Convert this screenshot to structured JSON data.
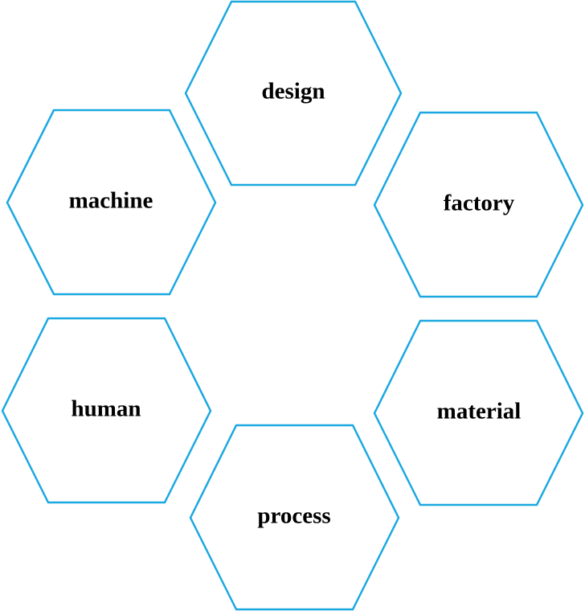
{
  "diagram": {
    "stroke_color": "#1ba8e0",
    "text_color": "#000000",
    "nodes": [
      {
        "id": "design",
        "label": "design"
      },
      {
        "id": "machine",
        "label": "machine"
      },
      {
        "id": "factory",
        "label": "factory"
      },
      {
        "id": "human",
        "label": "human"
      },
      {
        "id": "material",
        "label": "material"
      },
      {
        "id": "process",
        "label": "process"
      }
    ]
  }
}
